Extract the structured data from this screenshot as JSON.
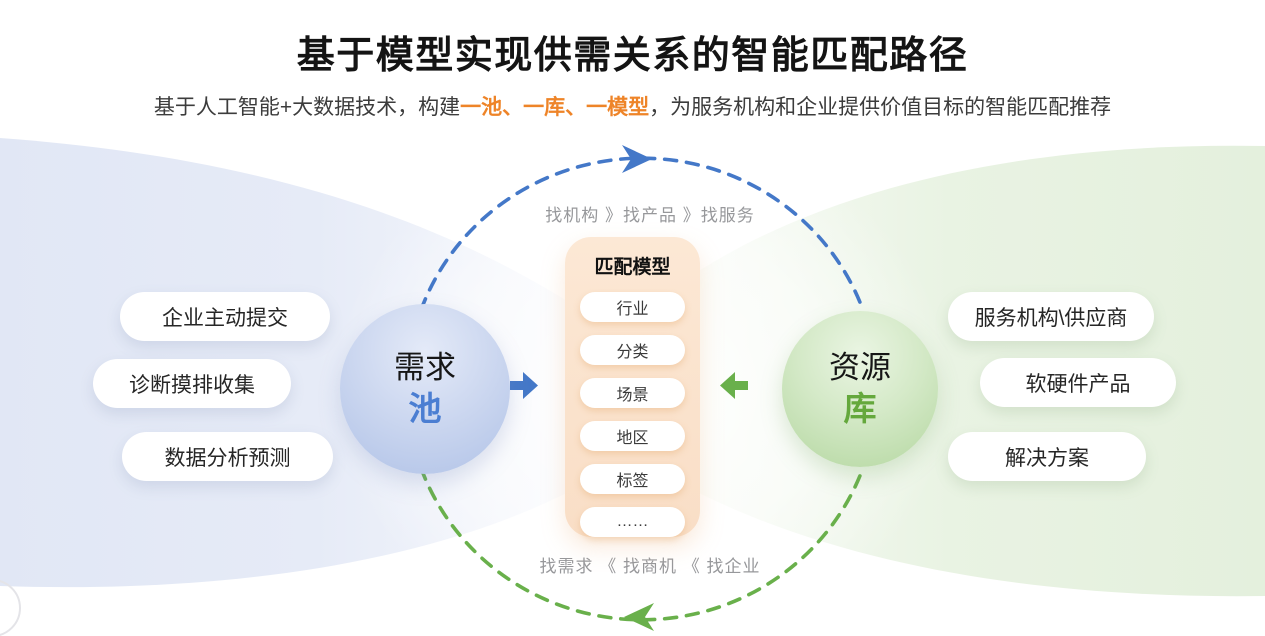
{
  "title": "基于模型实现供需关系的智能匹配路径",
  "subtitle": {
    "pre": "基于人工智能+大数据技术，构建",
    "highlight": "一池、一库、一模型",
    "post": "，为服务机构和企业提供价值目标的智能匹配推荐"
  },
  "flows": {
    "top_label": "找机构 》找产品 》找服务",
    "bottom_label": "找需求 《 找商机 《 找企业"
  },
  "demand": {
    "line1": "需求",
    "line2": "池",
    "pills": [
      "企业主动提交",
      "诊断摸排收集",
      "数据分析预测"
    ]
  },
  "resource": {
    "line1": "资源",
    "line2": "库",
    "pills": [
      "服务机构\\供应商",
      "软硬件产品",
      "解决方案"
    ]
  },
  "model": {
    "title": "匹配模型",
    "pills": [
      "行业",
      "分类",
      "场景",
      "地区",
      "标签",
      "……"
    ]
  },
  "colors": {
    "highlight_orange": "#EE8428",
    "demand_blue": "#4b7ed2",
    "resource_green": "#64A83C",
    "dash_blue": "#4478C8",
    "dash_green": "#69B04B",
    "label_gray": "#97989B",
    "model_bg": "#F9DEC6",
    "wedge_blue": "#E1E7F5",
    "wedge_green": "#E4F0DD"
  }
}
